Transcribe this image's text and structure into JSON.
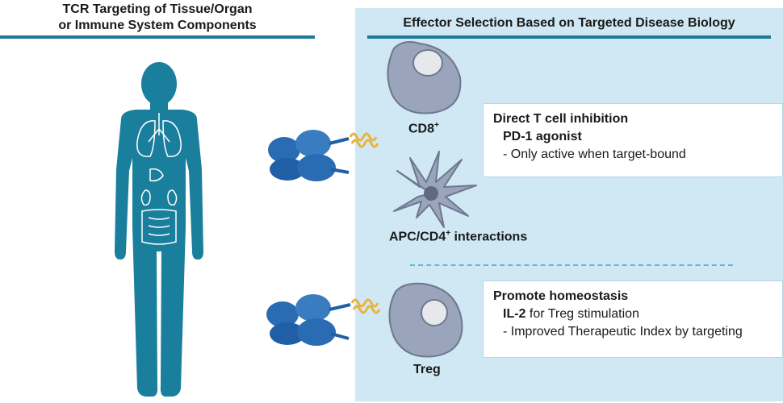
{
  "left_panel": {
    "title_line1": "TCR Targeting of Tissue/Organ",
    "title_line2": "or Immune System Components"
  },
  "right_panel": {
    "title": "Effector Selection Based on Targeted Disease Biology",
    "cells": {
      "cd8": {
        "label": "CD8",
        "sup": "+"
      },
      "apc": {
        "label": "APC/CD4",
        "sup": "+",
        "suffix": " interactions"
      },
      "treg": {
        "label": "Treg"
      }
    },
    "box_inhibition": {
      "heading": "Direct T cell inhibition",
      "line1": "PD-1 agonist",
      "line2": "- Only active when target-bound"
    },
    "box_homeostasis": {
      "heading": "Promote homeostasis",
      "line1_bold": "IL-2",
      "line1_rest": " for Treg stimulation",
      "line2": "- Improved Therapeutic Index by targeting"
    }
  },
  "colors": {
    "accent": "#1f7a99",
    "body": "#1a7f9c",
    "panel": "#cfe8f3",
    "cell": "#9aa5bb",
    "tcr": "#1f5fa5",
    "effector": "#e8b43a"
  }
}
